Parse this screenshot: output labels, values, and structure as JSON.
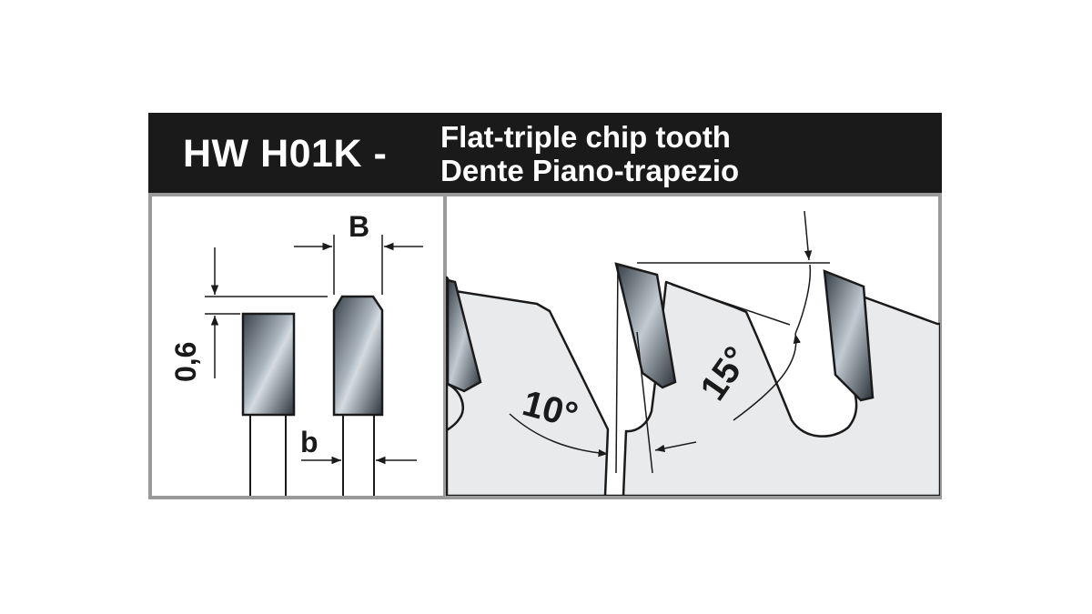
{
  "header": {
    "code": "HW H01K -",
    "name_en": "Flat-triple chip tooth",
    "name_it": "Dente Piano-trapezio"
  },
  "left_panel": {
    "label_width_top": "B",
    "label_width_shank": "b",
    "label_chamfer": "0,6"
  },
  "right_panel": {
    "angle_clearance": "10°",
    "angle_hook": "15°"
  },
  "colors": {
    "header_bg": "#1a1a1a",
    "panel_bg": "#e9eaec",
    "frame_border": "#9a9a9a",
    "line": "#1a1a1a",
    "tooth_gradient": [
      "#3d4650",
      "#c9d1d8",
      "#2f3840"
    ]
  }
}
